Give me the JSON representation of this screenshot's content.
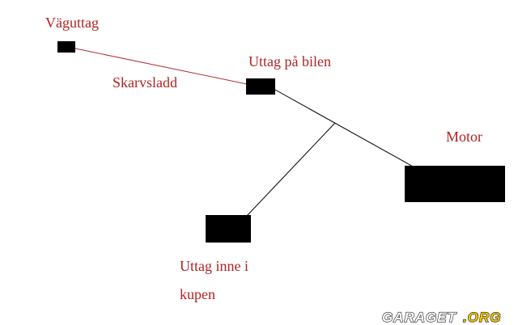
{
  "colors": {
    "label": "#b22222",
    "box": "#000000",
    "extension_cord": "#b03030",
    "wiring": "#000000",
    "background": "#ffffff"
  },
  "labels": {
    "wall_outlet": "Väguttag",
    "extension_cord": "Skarvsladd",
    "car_outlet": "Uttag på bilen",
    "motor": "Motor",
    "cabin_outlet_line1": "Uttag inne i",
    "cabin_outlet_line2": "kupen"
  },
  "watermark": {
    "text": "GARAGET.ORG"
  }
}
